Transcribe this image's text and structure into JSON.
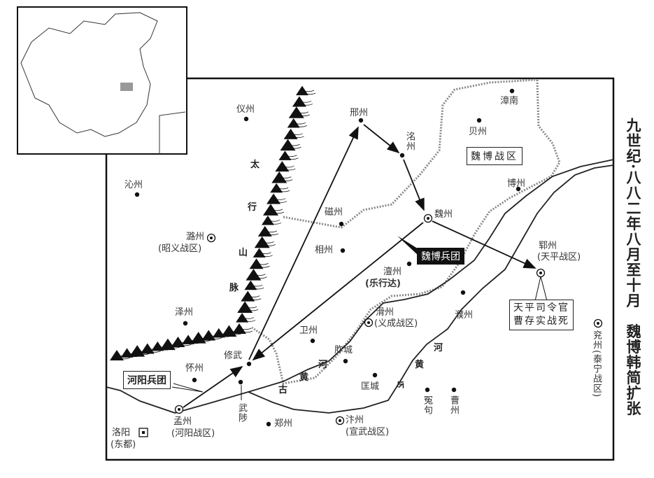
{
  "title": "九世纪·八八二年八月至十月　魏博韩简扩张",
  "mountain": [
    "太",
    "行",
    "山",
    "脉"
  ],
  "river_old": [
    "古",
    "黄",
    "河"
  ],
  "river_new": [
    "今",
    "黄",
    "河"
  ],
  "boxes": {
    "weibo_zone": "魏博战区",
    "weibo_army": "魏博兵团",
    "heyang_army": "河阳兵团",
    "caocunshi_1": "天平司令官",
    "caocunshi_2": "曹存实战死"
  },
  "places": {
    "yizhou": "仪州",
    "xingzhou": "邢州",
    "mingzhou": "洺州",
    "weizhou": "魏州",
    "cizhou": "磁州",
    "xiangzhou": "相州",
    "qinzhou": "沁州",
    "luzhou": "潞州",
    "luzhou_zone": "(昭义战区)",
    "zhangnan": "漳南",
    "beizhou": "贝州",
    "bozhou": "博州",
    "chanzhou": "澶州",
    "chanzhou_note": "(乐行达)",
    "yunzhou": "郓州",
    "yunzhou_zone": "(天平战区)",
    "puzhou": "濮州",
    "yanzhou": "兖州(泰宁战区)",
    "zezhou": "泽州",
    "weizhou2": "卫州",
    "huazhou": "滑州",
    "huazhou_zone": "(义成战区)",
    "zuocheng": "胙城",
    "xiuwu": "修武",
    "huaizhou": "怀州",
    "wuzhi": "武陟",
    "kuangcheng": "匡城",
    "yuanju": "冤句",
    "caozhou": "曹州",
    "mengzhou": "孟州",
    "mengzhou_zone": "(河阳战区)",
    "zhengzhou": "郑州",
    "bianzhou": "汴州",
    "bianzhou_zone": "(宣武战区)",
    "luoyang": "洛阳",
    "luoyang_note": "(东都)"
  }
}
